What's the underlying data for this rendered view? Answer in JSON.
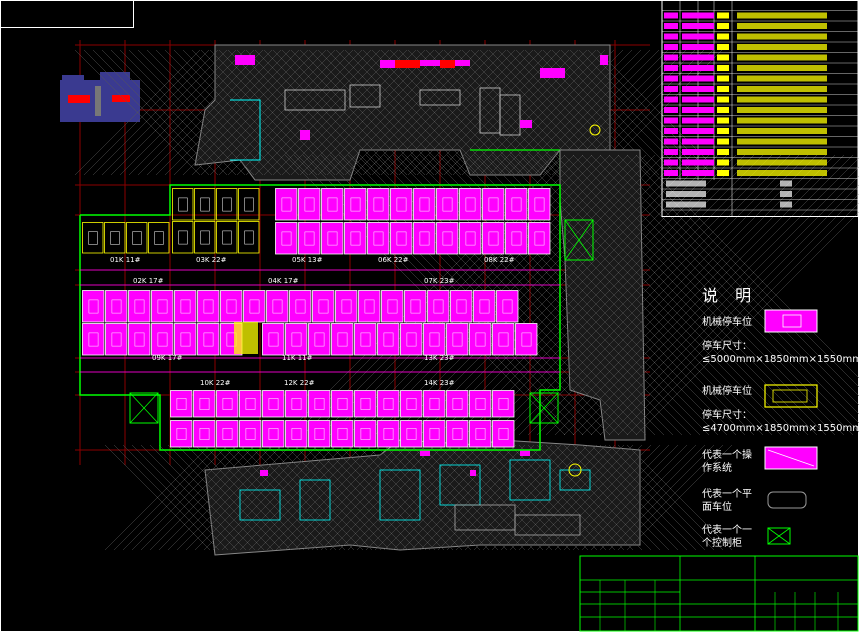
{
  "legend": {
    "title": "说 明",
    "items": [
      {
        "label": "机械停车位"
      },
      {
        "label": "停车尺寸：≤5000mm×1850mm×1550mm"
      },
      {
        "label": "机械停车位"
      },
      {
        "label": "停车尺寸：≤4700mm×1850mm×1550mm"
      },
      {
        "label": "代表一个操作系统"
      },
      {
        "label": "代表一个平面车位"
      },
      {
        "label": "代表一个一个控制柜"
      }
    ]
  },
  "zones": [
    {
      "id": "01K",
      "count": "11#"
    },
    {
      "id": "02K",
      "count": "17#"
    },
    {
      "id": "03K",
      "count": "22#"
    },
    {
      "id": "04K",
      "count": "17#"
    },
    {
      "id": "05K",
      "count": "13#"
    },
    {
      "id": "06K",
      "count": "22#"
    },
    {
      "id": "07K",
      "count": "23#"
    },
    {
      "id": "08K",
      "count": "22#"
    },
    {
      "id": "09K",
      "count": "17#"
    },
    {
      "id": "10K",
      "count": "22#"
    },
    {
      "id": "11K",
      "count": "11#"
    },
    {
      "id": "12K",
      "count": "22#"
    },
    {
      "id": "13K",
      "count": "23#"
    },
    {
      "id": "14K",
      "count": "23#"
    }
  ],
  "colors": {
    "magenta": "#ff00ff",
    "yellow": "#ffff00",
    "green": "#00ff00",
    "cyan": "#00ffff",
    "red": "#ff0000",
    "white": "#ffffff",
    "grid": "#8b0000"
  }
}
